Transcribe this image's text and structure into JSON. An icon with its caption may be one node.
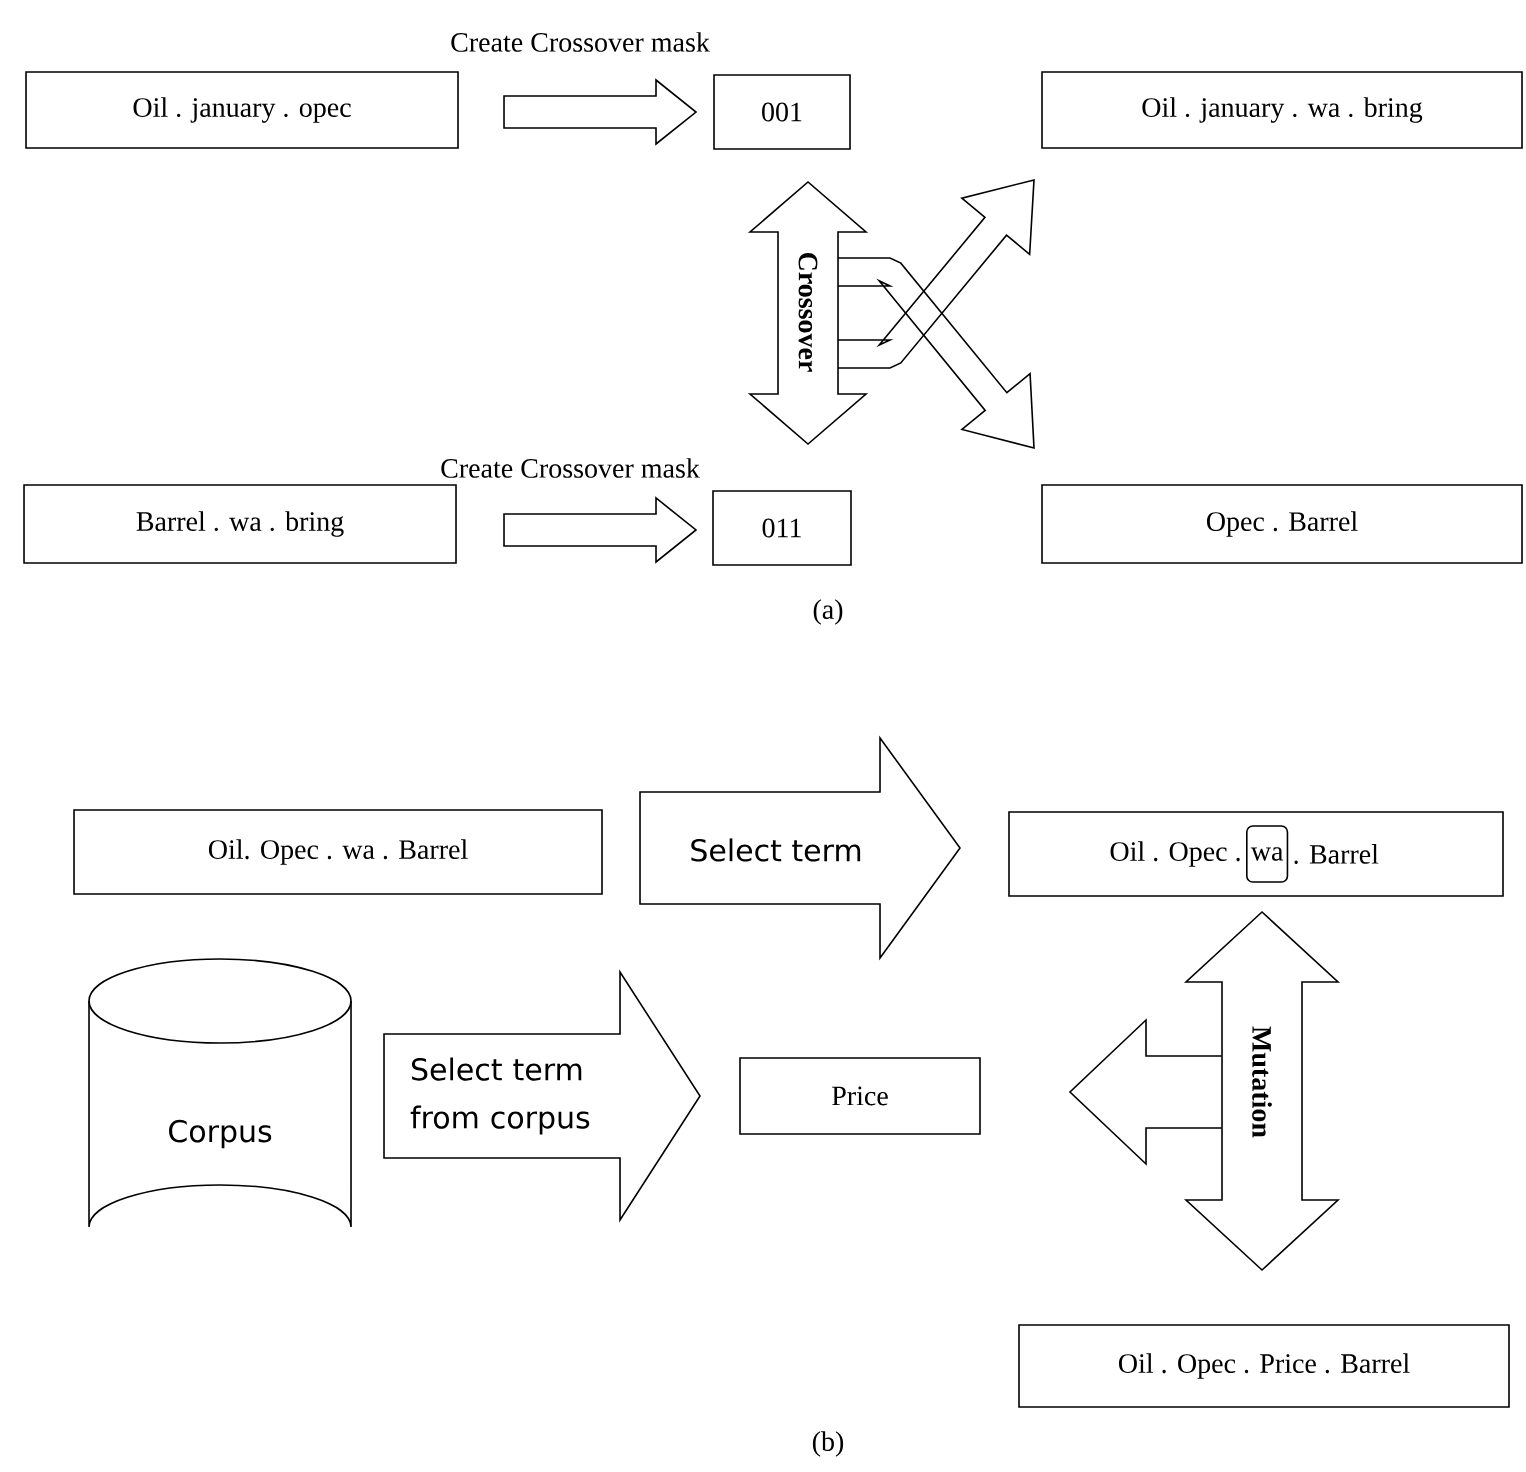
{
  "diagram": {
    "nodes": [
      {
        "text": [
          "Oil . january . opec"
        ]
      },
      {
        "text": [
          "001"
        ]
      },
      {
        "text": [
          "Oil . january . wa . bring"
        ]
      },
      {
        "text": [
          "Barrel . wa . bring"
        ]
      },
      {
        "text": [
          "011"
        ]
      },
      {
        "text": [
          "Opec . Barrel"
        ]
      },
      {
        "text": [
          "Oil. Opec . wa . Barrel"
        ]
      },
      {
        "text": [
          "Oil . Opec .",
          "wa",
          ". Barrel"
        ]
      },
      {
        "text": [
          "Corpus"
        ]
      },
      {
        "text": [
          "Price"
        ]
      },
      {
        "text": [
          "Oil . Opec . Price . Barrel"
        ]
      }
    ],
    "edges": [
      {
        "from": 0,
        "to": 1,
        "arrow": "to",
        "label": "Create Crossover mask"
      },
      {
        "from": 3,
        "to": 4,
        "arrow": "to",
        "label": "Create Crossover mask"
      },
      {
        "from": 1,
        "to": 4,
        "arrow": "both",
        "label": "Crossover"
      },
      {
        "from": 1,
        "to": 5,
        "arrow": "to"
      },
      {
        "from": 4,
        "to": 2,
        "arrow": "to"
      },
      {
        "from": 6,
        "to": 7,
        "arrow": "to",
        "label": "Select term"
      },
      {
        "from": 8,
        "to": 9,
        "arrow": "to",
        "label": "Select term from corpus"
      },
      {
        "from": 7,
        "to": 10,
        "arrow": "both",
        "label": "Mutation"
      },
      {
        "from": 7,
        "to": 9,
        "arrow": "to"
      }
    ],
    "labels": [
      "(a)",
      "(b)"
    ]
  }
}
